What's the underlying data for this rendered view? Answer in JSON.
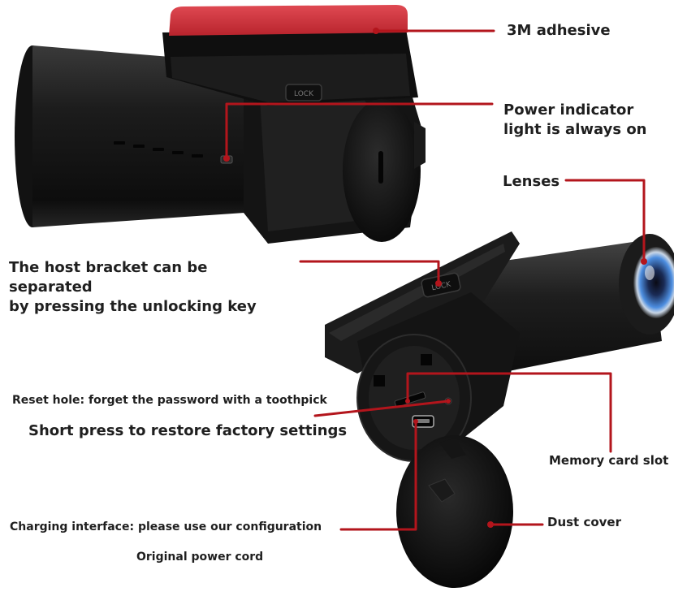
{
  "labels": {
    "adhesive": "3M adhesive",
    "power_indicator_line1": "Power indicator",
    "power_indicator_line2": "light is always on",
    "lenses": "Lenses",
    "host_bracket_line1": "The host bracket can be separated",
    "host_bracket_line2": "by pressing the unlocking key",
    "reset_hole": "Reset hole: forget the password with a toothpick",
    "short_press": "Short press to restore factory settings",
    "memory_card_slot": "Memory card slot",
    "charging_interface": "Charging interface: please use our configuration",
    "original_power_cord": "Original power cord",
    "dust_cover": "Dust cover",
    "lock_key_upper": "LOCK",
    "lock_key_lower": "LOCK"
  },
  "colors": {
    "leader_line": "#b3151c",
    "adhesive_pad": "#d3343d",
    "camera_body": "#1b1b1b",
    "lens_blue": "#4d8ee0"
  }
}
